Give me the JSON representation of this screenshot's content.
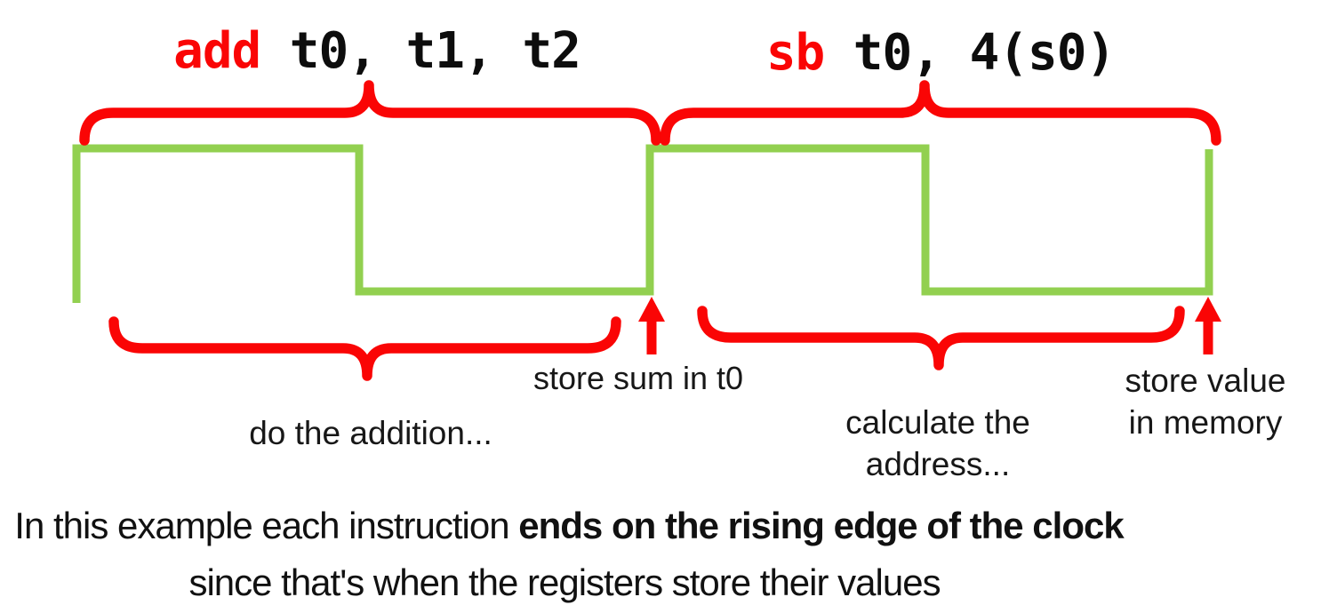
{
  "diagram": {
    "instructions": [
      {
        "opcode": "add",
        "operands": "t0, t1, t2"
      },
      {
        "opcode": "sb",
        "operands": "t0, 4(s0)"
      }
    ],
    "phase_labels": {
      "add_phase": "do the addition...",
      "add_commit": "store sum in t0",
      "sb_phase_line1": "calculate the",
      "sb_phase_line2": "address...",
      "sb_commit_line1": "store value",
      "sb_commit_line2": "in memory"
    },
    "caption": {
      "line1_normal": "In this example each instruction ",
      "line1_bold": "ends on the rising edge of the clock",
      "line2": "since that's when the registers store their values"
    },
    "waveform": {
      "type": "clock-square-wave",
      "cycles_shown": 2,
      "ends_on": "rising edge"
    },
    "colors": {
      "accent_red": "#FA0505",
      "waveform_green": "#92D050",
      "text": "#111111"
    }
  }
}
